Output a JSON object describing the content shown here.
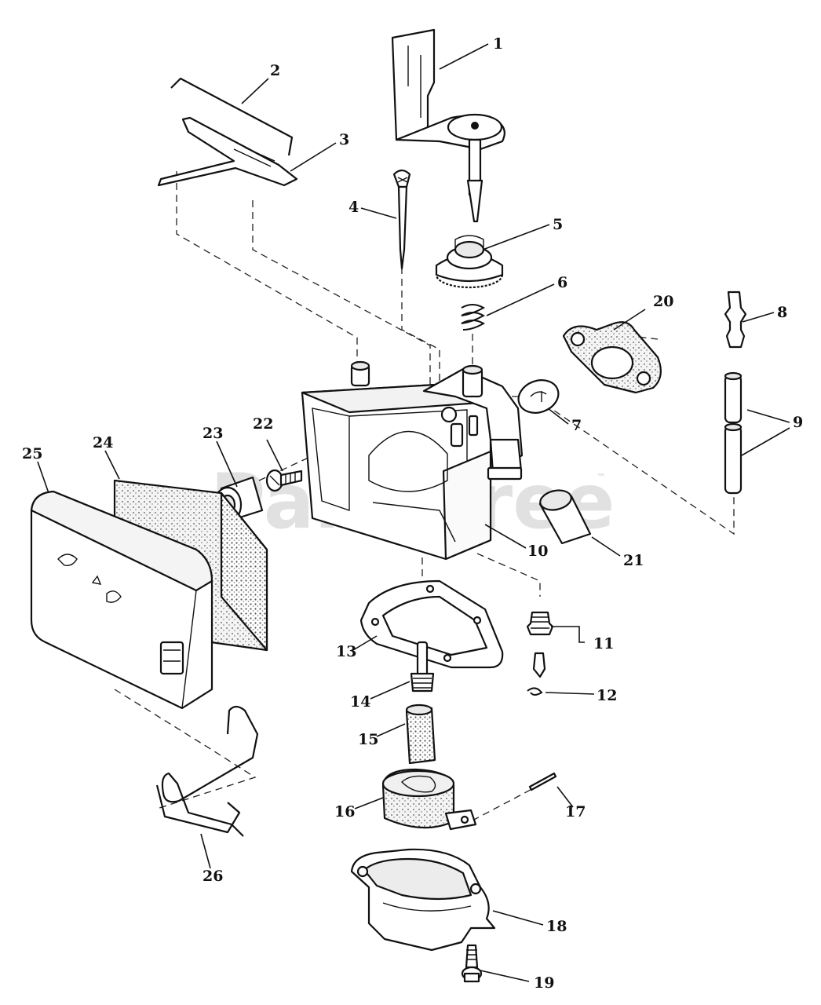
{
  "watermark": {
    "text": "PartsTree",
    "trademark": "™"
  },
  "callouts": [
    "1",
    "2",
    "3",
    "4",
    "5",
    "6",
    "7",
    "8",
    "9",
    "10",
    "11",
    "12",
    "13",
    "14",
    "15",
    "16",
    "17",
    "18",
    "19",
    "20",
    "21",
    "22",
    "23",
    "24",
    "25",
    "26"
  ]
}
